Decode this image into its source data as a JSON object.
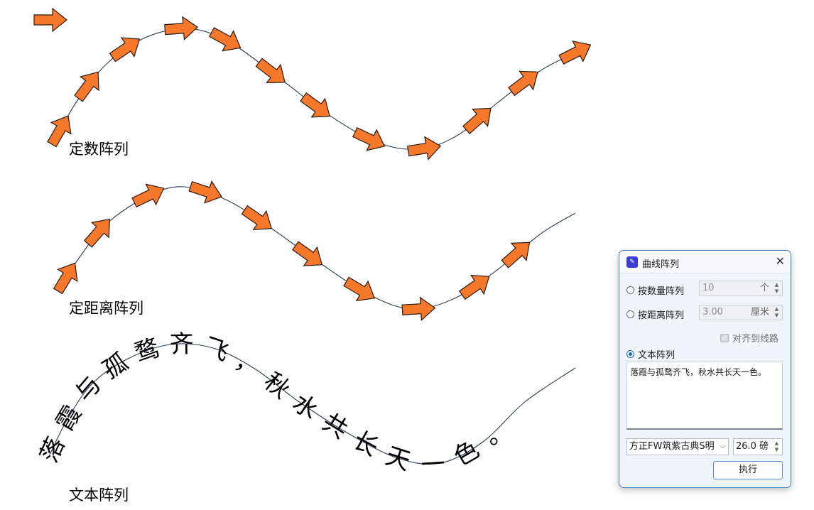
{
  "captions": {
    "fixed_count": "定数阵列",
    "fixed_distance": "定距离阵列",
    "text_array": "文本阵列"
  },
  "curve_text": [
    "落",
    "霞",
    "与",
    "孤",
    "鹜",
    "齐",
    "飞",
    "，",
    "秋",
    "水",
    "共",
    "长",
    "天",
    "一",
    "色",
    "。"
  ],
  "colors": {
    "arrow_fill": "#f6782a",
    "arrow_stroke": "#2a1a10",
    "curve": "#2b3a55",
    "accent": "#1565c0"
  },
  "dialog": {
    "title": "曲线阵列",
    "app_icon": "curve-array-app-icon",
    "by_count_label": "按数量阵列",
    "count_value": "10",
    "count_unit": "个",
    "by_distance_label": "按距离阵列",
    "distance_value": "3.00",
    "distance_unit": "厘米",
    "align_label": "对齐到线路",
    "text_array_label": "文本阵列",
    "text_value": "落霞与孤鹜齐飞，秋水共长天一色。",
    "font_value": "方正FW筑紫古典S明",
    "size_value": "26.0",
    "size_unit": "磅",
    "execute_label": "执行",
    "selected_mode": "text_array",
    "align_checked": true
  }
}
